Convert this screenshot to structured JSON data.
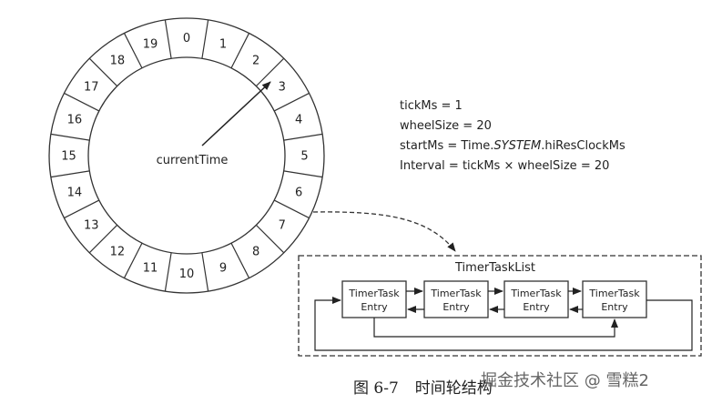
{
  "wheel": {
    "slots": [
      "0",
      "1",
      "2",
      "3",
      "4",
      "5",
      "6",
      "7",
      "8",
      "9",
      "10",
      "11",
      "12",
      "13",
      "14",
      "15",
      "16",
      "17",
      "18",
      "19"
    ],
    "pointer_label": "currentTime"
  },
  "params": {
    "tick_ms": "tickMs = 1",
    "wheel_size": "wheelSize = 20",
    "start_ms_prefix": "startMs = Time.",
    "start_ms_italic": "SYSTEM",
    "start_ms_suffix": ".hiResClockMs",
    "interval_prefix": "Interval = tickMs",
    "interval_op": "×",
    "interval_suffix": "wheelSize = 20"
  },
  "task_list": {
    "title": "TimerTaskList",
    "entries": [
      {
        "line1": "TimerTask",
        "line2": "Entry"
      },
      {
        "line1": "TimerTask",
        "line2": "Entry"
      },
      {
        "line1": "TimerTask",
        "line2": "Entry"
      },
      {
        "line1": "TimerTask",
        "line2": "Entry"
      }
    ]
  },
  "caption": {
    "figure_no": "图 6-7",
    "title": "时间轮结构"
  },
  "watermark": "掘金技术社区 @ 雪糕2"
}
